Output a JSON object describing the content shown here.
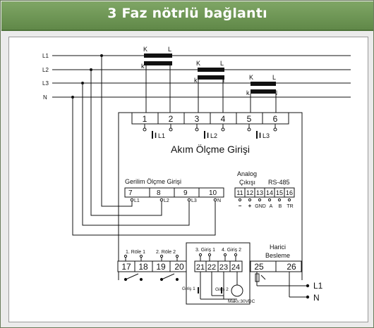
{
  "title": "3 Faz nötrlü bağlantı",
  "lines": [
    "L1",
    "L2",
    "L3",
    "N"
  ],
  "ct": [
    {
      "k_upper": "K",
      "l_upper": "L",
      "k_lower": "k",
      "l_lower": "l"
    },
    {
      "k_upper": "K",
      "l_upper": "L",
      "k_lower": "k",
      "l_lower": "l"
    },
    {
      "k_upper": "K",
      "l_upper": "L",
      "k_lower": "k",
      "l_lower": "l"
    }
  ],
  "current_input": {
    "terminals": [
      "1",
      "2",
      "3",
      "4",
      "5",
      "6"
    ],
    "phase_labels": [
      {
        "big": "I",
        "sub": "L1"
      },
      {
        "big": "I",
        "sub": "L2"
      },
      {
        "big": "I",
        "sub": "L3"
      }
    ],
    "label": "Akım Ölçme Girişi"
  },
  "voltage_input": {
    "label": "Gerilim Ölçme Girişi",
    "terminals": [
      "7",
      "8",
      "9",
      "10"
    ],
    "sublabels": [
      "L1",
      "L2",
      "L3",
      "N"
    ]
  },
  "analog": {
    "label1": "Analog",
    "label2": "Çıkışı",
    "terminals": [
      "11",
      "12"
    ],
    "signs": [
      "−",
      "+"
    ]
  },
  "rs485": {
    "label": "RS-485",
    "terminals": [
      "13",
      "14",
      "15",
      "16"
    ],
    "sublabels": [
      "GND",
      "A",
      "B",
      "TR"
    ]
  },
  "relays": {
    "labels": [
      "1. Röle 1",
      "2. Röle 2"
    ],
    "terminals": [
      "17",
      "18",
      "19",
      "20"
    ]
  },
  "inputs": {
    "labels": [
      "3. Giriş 1",
      "4. Giriş 2"
    ],
    "terminals": [
      "21",
      "22",
      "23",
      "24"
    ],
    "inner": [
      "Giriş 1",
      "Giriş 2"
    ],
    "note": "Maks:30VDC"
  },
  "supply": {
    "label1": "Harici",
    "label2": "Besleme",
    "terminals": [
      "25",
      "26"
    ],
    "lines": [
      "L1",
      "N"
    ]
  }
}
